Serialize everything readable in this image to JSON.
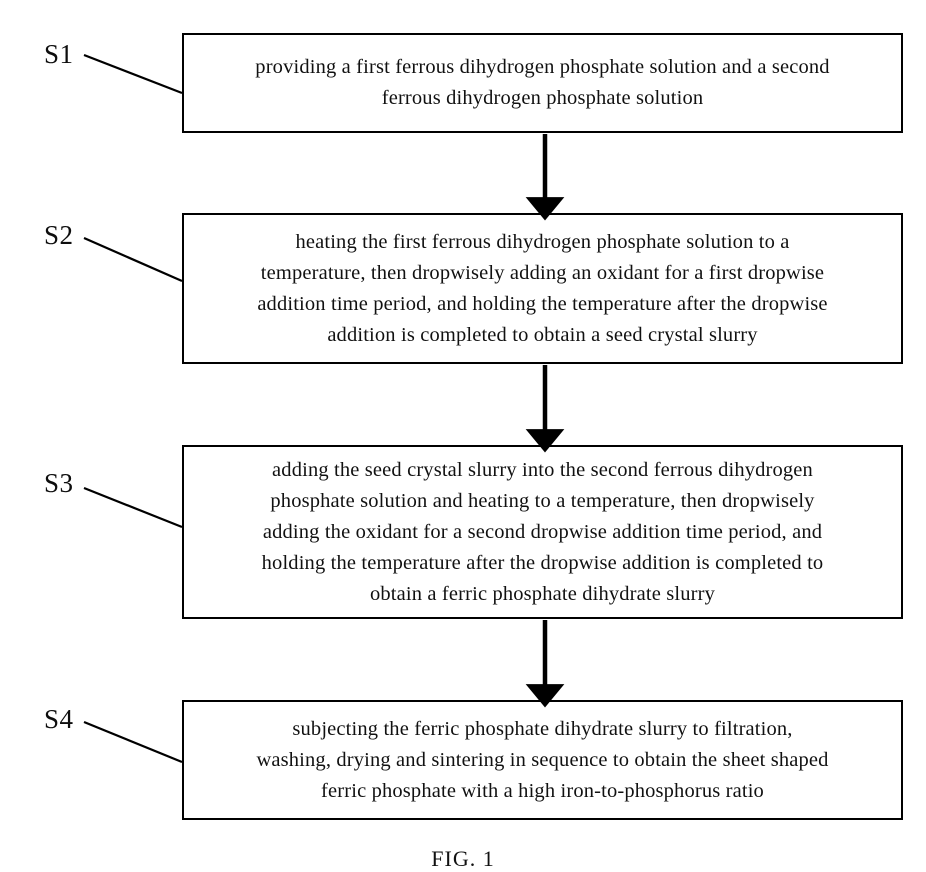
{
  "figure": {
    "caption": "FIG. 1",
    "type": "patent-process-flowchart",
    "orientation": "vertical-top-to-bottom",
    "background_color": "#ffffff",
    "line_color": "#000000",
    "text_color": "#111111"
  },
  "steps": [
    {
      "id": "S1",
      "label": "S1",
      "text": "providing a first ferrous dihydrogen phosphate solution and a second\nferrous dihydrogen phosphate solution"
    },
    {
      "id": "S2",
      "label": "S2",
      "text": "heating the first ferrous dihydrogen phosphate solution to a\ntemperature, then dropwisely adding an oxidant for a first dropwise\naddition time period, and holding the temperature after the dropwise\naddition is completed to obtain a seed crystal slurry"
    },
    {
      "id": "S3",
      "label": "S3",
      "text": "adding the seed crystal slurry into the second ferrous dihydrogen\nphosphate solution and heating to a temperature, then dropwisely\nadding the oxidant for a second dropwise addition time period, and\nholding the temperature after the dropwise addition is completed to\nobtain a ferric phosphate dihydrate slurry"
    },
    {
      "id": "S4",
      "label": "S4",
      "text": "subjecting the ferric phosphate dihydrate slurry to filtration,\nwashing, drying and sintering in sequence to obtain the sheet shaped\nferric phosphate with a high iron-to-phosphorus ratio"
    }
  ],
  "connectors": [
    {
      "from": "S1",
      "to": "S2",
      "style": "solid-arrow-down"
    },
    {
      "from": "S2",
      "to": "S3",
      "style": "solid-arrow-down"
    },
    {
      "from": "S3",
      "to": "S4",
      "style": "solid-arrow-down"
    }
  ],
  "leader_lines": [
    {
      "label": "S1",
      "target": "S1"
    },
    {
      "label": "S2",
      "target": "S2"
    },
    {
      "label": "S3",
      "target": "S3"
    },
    {
      "label": "S4",
      "target": "S4"
    }
  ]
}
